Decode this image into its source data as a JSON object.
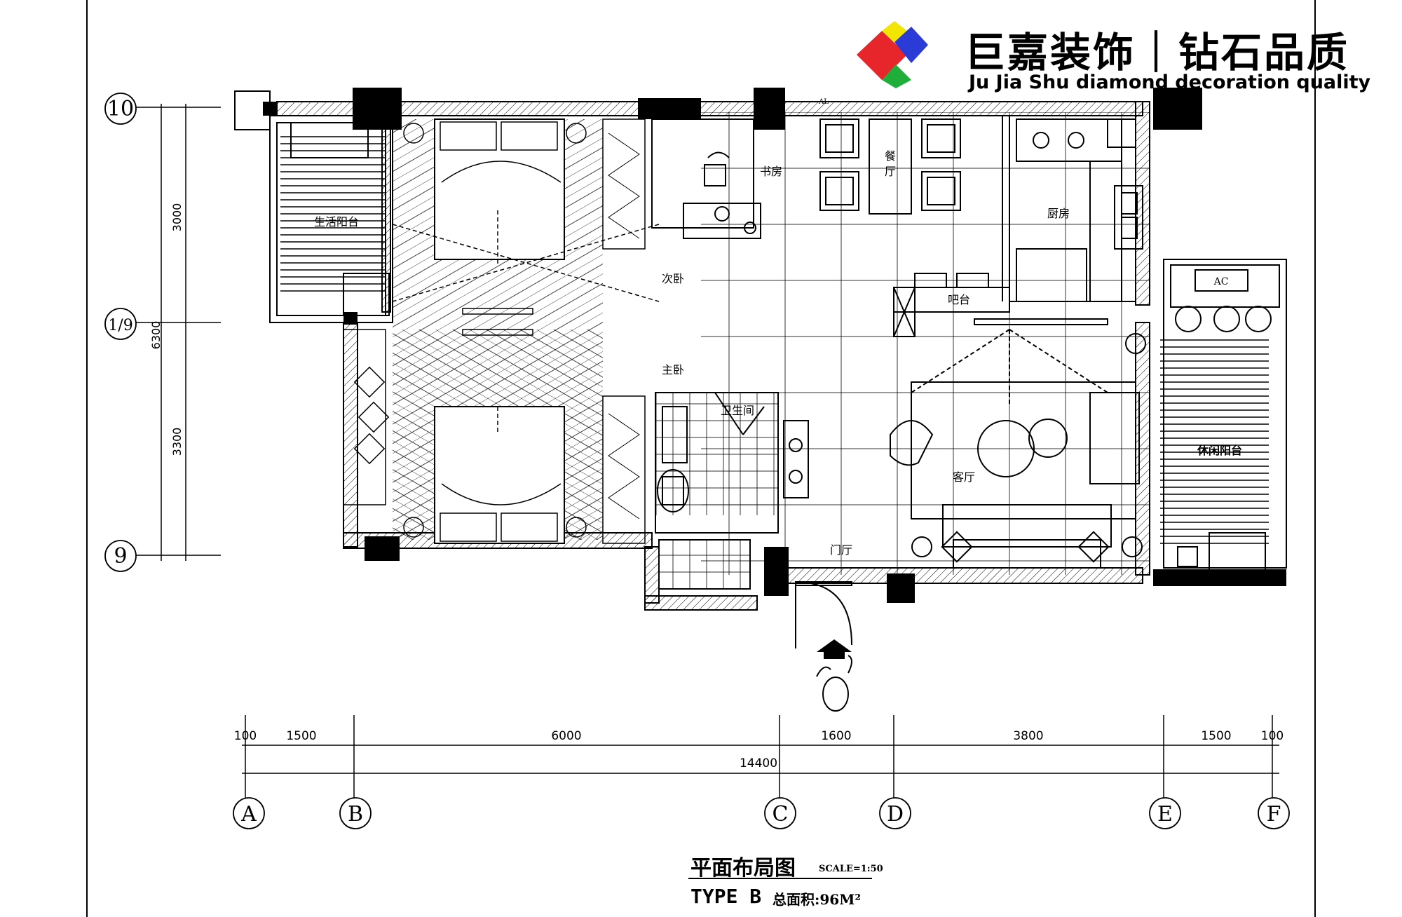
{
  "header": {
    "brand_cn": "巨嘉装饰｜钻石品质",
    "brand_en": "Ju Jia Shu diamond decoration quality",
    "logo_colors": [
      "#e6262b",
      "#f2e600",
      "#2a3bd6",
      "#1fae3a"
    ]
  },
  "rooms": {
    "living_balcony": "生活阳台",
    "second_bedroom": "次卧",
    "master_bedroom": "主卧",
    "study": "书房",
    "dining_1": "餐",
    "dining_2": "厅",
    "kitchen": "厨房",
    "bar": "吧台",
    "bathroom": "卫生间",
    "living_room": "客厅",
    "entrance": "门厅",
    "leisure_balcony": "休闲阳台",
    "ac_mark": "AC",
    "al_mark": "AL"
  },
  "grid": {
    "left_labels": [
      "10",
      "1/9",
      "9"
    ],
    "left_dims": [
      "3000",
      "6300",
      "3300"
    ],
    "bottom_labels": [
      "A",
      "B",
      "C",
      "D",
      "E",
      "F"
    ],
    "bottom_dims": [
      "100",
      "1500",
      "6000",
      "1600",
      "3800",
      "1500",
      "100"
    ],
    "total": "14400"
  },
  "title_block": {
    "title": "平面布局图",
    "scale": "SCALE=1:50",
    "type": "TYPE B",
    "area": "总面积:96M²"
  }
}
